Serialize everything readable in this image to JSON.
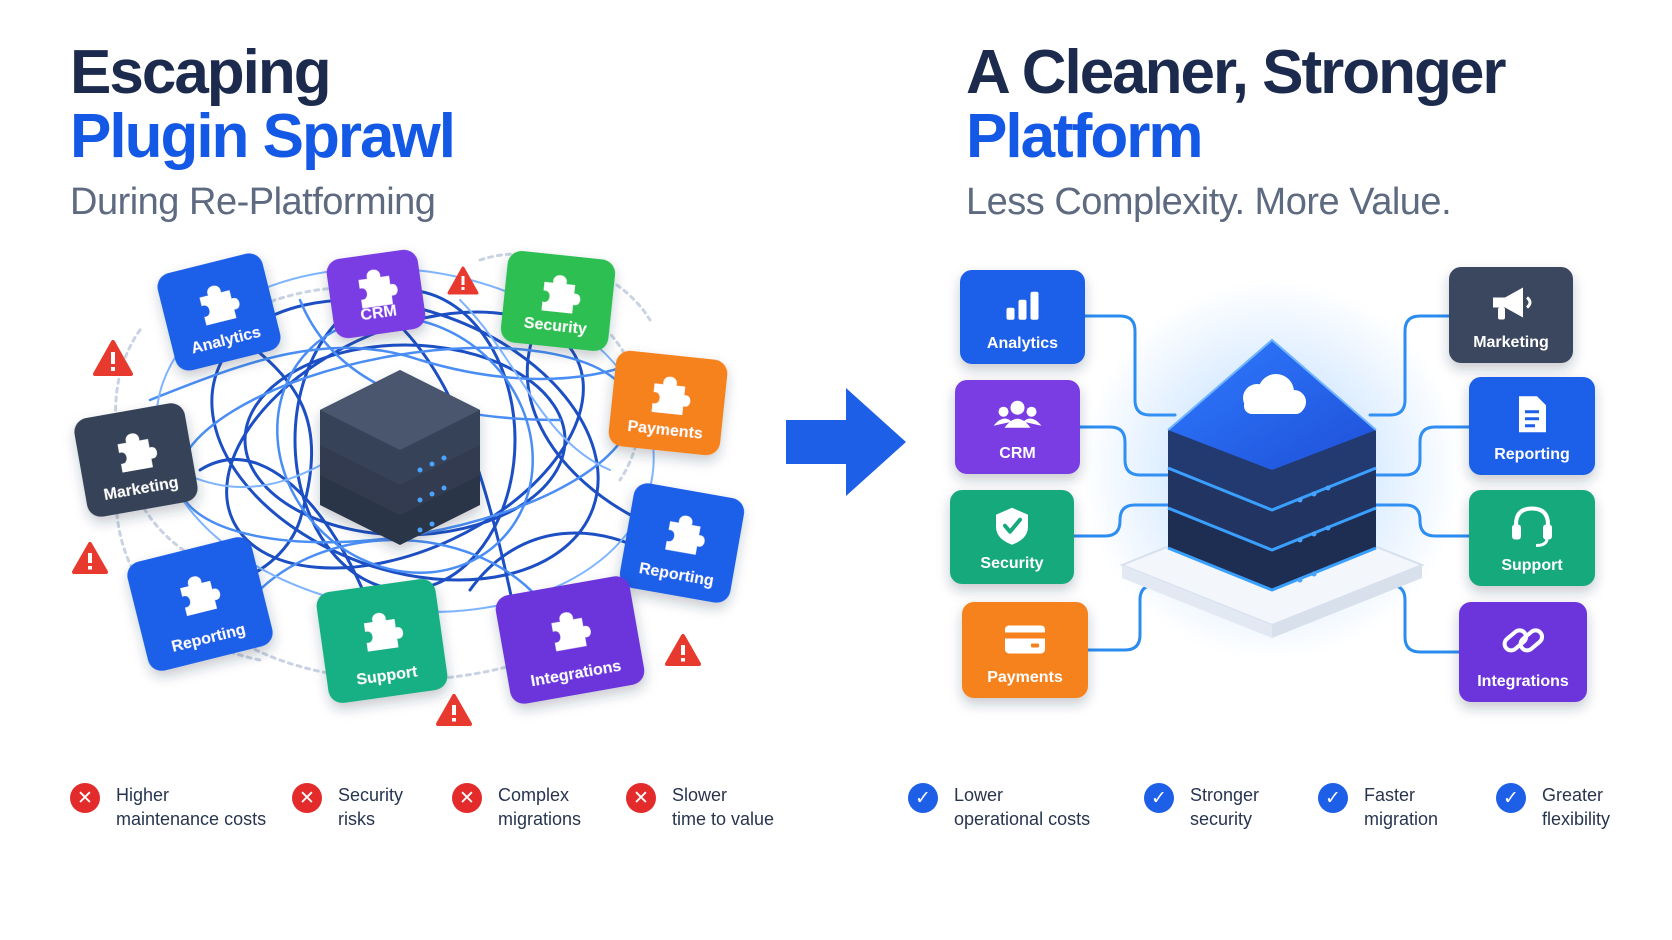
{
  "left": {
    "title_line1": "Escaping",
    "title_line2": "Plugin Sprawl",
    "subtitle": "During Re-Platforming",
    "plugins": [
      {
        "label": "Analytics",
        "color": "#1f5ee8"
      },
      {
        "label": "CRM",
        "color": "#7a3ee4"
      },
      {
        "label": "Security",
        "color": "#2fbf52"
      },
      {
        "label": "Payments",
        "color": "#f5821f"
      },
      {
        "label": "Marketing",
        "color": "#364259"
      },
      {
        "label": "Reporting",
        "color": "#1f5ee8"
      },
      {
        "label": "Reporting",
        "color": "#1f5ee8"
      },
      {
        "label": "Support",
        "color": "#18b084"
      },
      {
        "label": "Integrations",
        "color": "#6c36dc"
      }
    ],
    "problems": [
      {
        "line1": "Higher",
        "line2": "maintenance costs"
      },
      {
        "line1": "Security",
        "line2": "risks"
      },
      {
        "line1": "Complex",
        "line2": "migrations"
      },
      {
        "line1": "Slower",
        "line2": "time to value"
      }
    ]
  },
  "right": {
    "title_line1": "A Cleaner, Stronger",
    "title_line2": "Platform",
    "subtitle": "Less Complexity. More Value.",
    "modules": [
      {
        "label": "Analytics",
        "icon": "bar-chart-icon",
        "color": "#1f5ee8"
      },
      {
        "label": "CRM",
        "icon": "users-icon",
        "color": "#7a3ee4"
      },
      {
        "label": "Security",
        "icon": "shield-check-icon",
        "color": "#17a97c"
      },
      {
        "label": "Payments",
        "icon": "credit-card-icon",
        "color": "#f5821f"
      },
      {
        "label": "Marketing",
        "icon": "megaphone-icon",
        "color": "#3b475e"
      },
      {
        "label": "Reporting",
        "icon": "document-icon",
        "color": "#1f5ee8"
      },
      {
        "label": "Support",
        "icon": "headset-icon",
        "color": "#17a97c"
      },
      {
        "label": "Integrations",
        "icon": "link-icon",
        "color": "#6c36dc"
      }
    ],
    "benefits": [
      {
        "line1": "Lower",
        "line2": "operational costs"
      },
      {
        "line1": "Stronger",
        "line2": "security"
      },
      {
        "line1": "Faster",
        "line2": "migration"
      },
      {
        "line1": "Greater",
        "line2": "flexibility"
      }
    ]
  },
  "colors": {
    "dark_text": "#1c2b4d",
    "accent_blue": "#1458e6",
    "problem_red": "#e32b2b",
    "benefit_blue": "#1e5fe8",
    "warning": "#e8392f"
  }
}
